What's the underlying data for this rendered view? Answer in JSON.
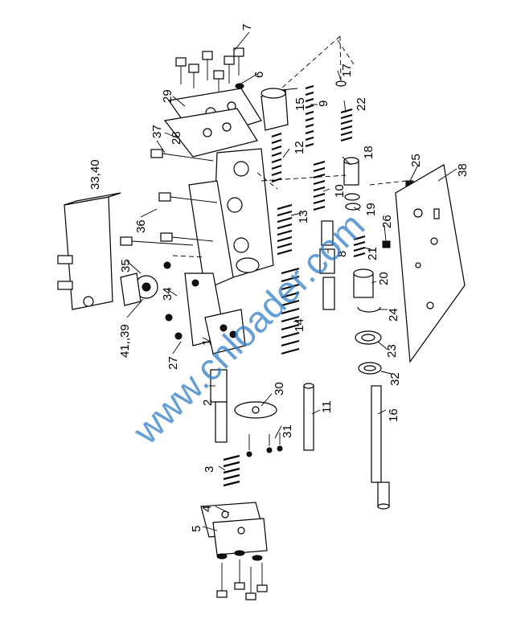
{
  "callouts": [
    {
      "id": "c7",
      "text": "7"
    },
    {
      "id": "c6",
      "text": "6"
    },
    {
      "id": "c17",
      "text": "17"
    },
    {
      "id": "c15",
      "text": "15"
    },
    {
      "id": "c9",
      "text": "9"
    },
    {
      "id": "c22",
      "text": "22"
    },
    {
      "id": "c29",
      "text": "29"
    },
    {
      "id": "c37",
      "text": "37"
    },
    {
      "id": "c28",
      "text": "28"
    },
    {
      "id": "c12",
      "text": "12"
    },
    {
      "id": "c18",
      "text": "18"
    },
    {
      "id": "c25",
      "text": "25"
    },
    {
      "id": "c38",
      "text": "38"
    },
    {
      "id": "c3340",
      "text": "33,40"
    },
    {
      "id": "c10",
      "text": "10"
    },
    {
      "id": "c19",
      "text": "19"
    },
    {
      "id": "c13",
      "text": "13"
    },
    {
      "id": "c26",
      "text": "26"
    },
    {
      "id": "c36",
      "text": "36"
    },
    {
      "id": "c8",
      "text": "8"
    },
    {
      "id": "c21",
      "text": "21"
    },
    {
      "id": "c35",
      "text": "35"
    },
    {
      "id": "c20",
      "text": "20"
    },
    {
      "id": "c34",
      "text": "34"
    },
    {
      "id": "c24",
      "text": "24"
    },
    {
      "id": "c14",
      "text": "14"
    },
    {
      "id": "c4139",
      "text": "41,,39"
    },
    {
      "id": "c23",
      "text": "23"
    },
    {
      "id": "c1",
      "text": "1"
    },
    {
      "id": "c27",
      "text": "27"
    },
    {
      "id": "c32",
      "text": "32"
    },
    {
      "id": "c2",
      "text": "2"
    },
    {
      "id": "c30",
      "text": "30"
    },
    {
      "id": "c11",
      "text": "11"
    },
    {
      "id": "c16",
      "text": "16"
    },
    {
      "id": "c31",
      "text": "31"
    },
    {
      "id": "c3",
      "text": "3"
    },
    {
      "id": "c4",
      "text": "4"
    },
    {
      "id": "c5",
      "text": "5"
    }
  ],
  "watermark": "www.cnloader.com"
}
